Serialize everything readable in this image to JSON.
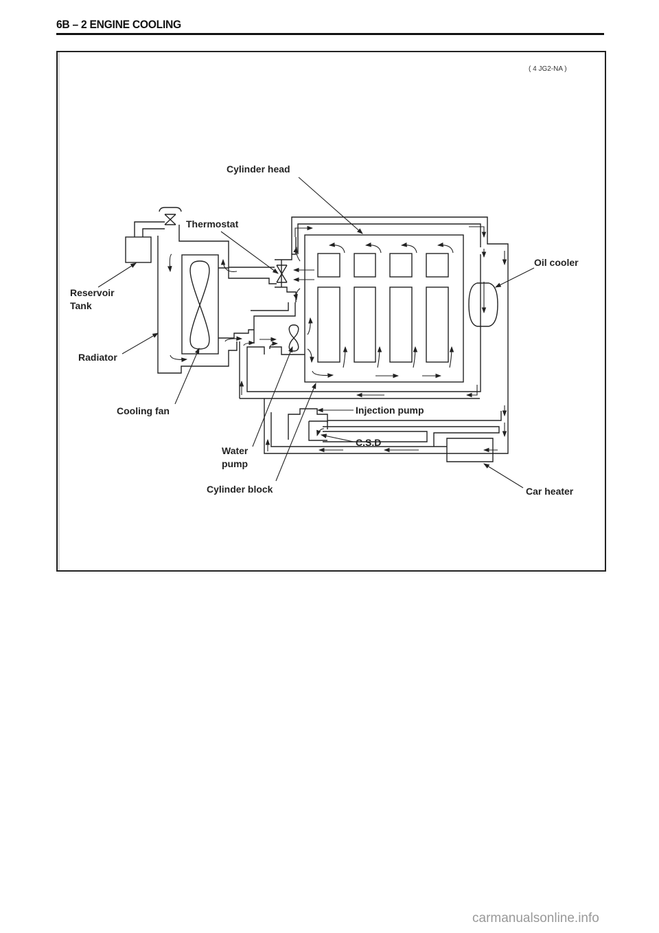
{
  "header": {
    "title": "6B – 2 ENGINE COOLING"
  },
  "figure": {
    "model_code": "( 4 JG2-NA )",
    "labels": {
      "cylinder_head": "Cylinder head",
      "thermostat": "Thermostat",
      "oil_cooler": "Oil cooler",
      "reservoir_tank_1": "Reservoir",
      "reservoir_tank_2": "Tank",
      "radiator": "Radiator",
      "cooling_fan": "Cooling fan",
      "injection_pump": "Injection pump",
      "csd": "C.S.D",
      "water_pump_1": "Water",
      "water_pump_2": "pump",
      "cylinder_block": "Cylinder block",
      "car_heater": "Car heater"
    }
  },
  "watermark": "carmanualsonline.info"
}
